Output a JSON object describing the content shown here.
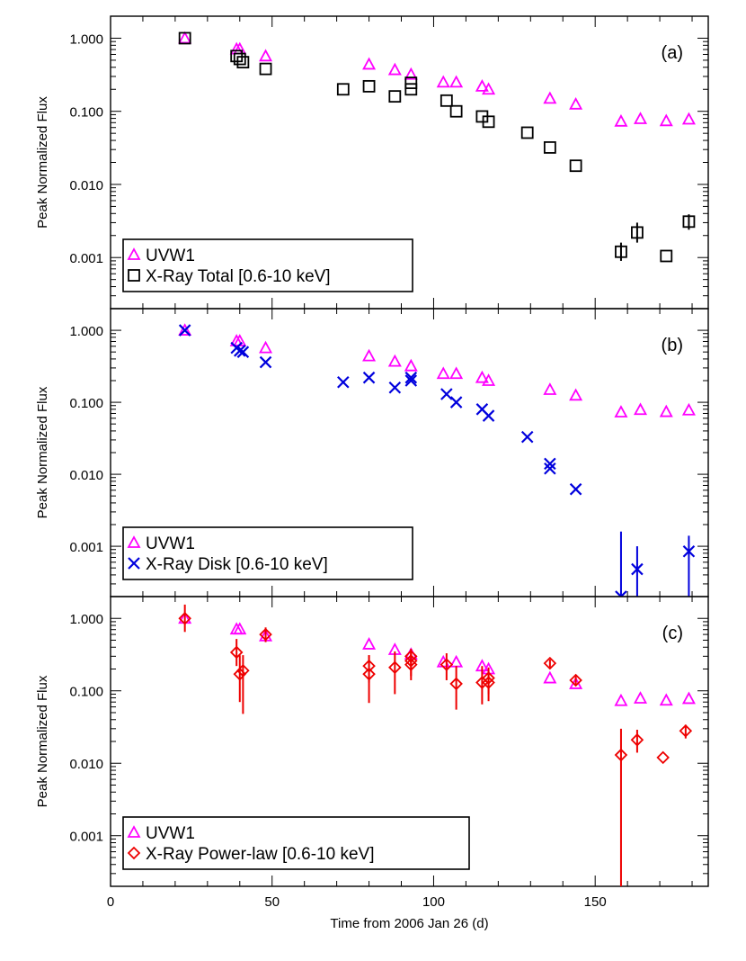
{
  "chart_data": [
    {
      "type": "scatter",
      "panel_label": "(a)",
      "ylabel": "Peak Normalized Flux",
      "yscale": "log",
      "xlim": [
        0,
        185
      ],
      "ylim": [
        0.0002,
        2.0
      ],
      "yticks": [
        "1.000",
        "0.100",
        "0.010",
        "0.001"
      ],
      "legend_position": "bottom-left",
      "series": [
        {
          "name": "UVW1",
          "marker": "triangle",
          "color": "#ff00ff",
          "points": [
            [
              23,
              1.0
            ],
            [
              39,
              0.71
            ],
            [
              40,
              0.71
            ],
            [
              48,
              0.57
            ],
            [
              80,
              0.44
            ],
            [
              88,
              0.37
            ],
            [
              93,
              0.32
            ],
            [
              103,
              0.25
            ],
            [
              107,
              0.25
            ],
            [
              115,
              0.22
            ],
            [
              117,
              0.2
            ],
            [
              136,
              0.15
            ],
            [
              144,
              0.125
            ],
            [
              158,
              0.073
            ],
            [
              164,
              0.079
            ],
            [
              172,
              0.074
            ],
            [
              179,
              0.078
            ]
          ]
        },
        {
          "name": "X-Ray Total [0.6-10 keV]",
          "marker": "square",
          "color": "#000000",
          "points": [
            [
              23,
              1.0,
              0,
              0
            ],
            [
              39,
              0.57,
              0,
              0
            ],
            [
              40,
              0.52,
              0,
              0
            ],
            [
              41,
              0.47,
              0,
              0
            ],
            [
              48,
              0.38,
              0,
              0
            ],
            [
              72,
              0.2,
              0,
              0
            ],
            [
              80,
              0.22,
              0,
              0
            ],
            [
              88,
              0.16,
              0,
              0
            ],
            [
              93,
              0.2,
              0,
              0
            ],
            [
              93,
              0.245,
              0,
              0
            ],
            [
              104,
              0.14,
              0,
              0
            ],
            [
              107,
              0.1,
              0,
              0
            ],
            [
              115,
              0.085,
              0,
              0
            ],
            [
              117,
              0.072,
              0,
              0
            ],
            [
              129,
              0.051,
              0,
              0
            ],
            [
              136,
              0.032,
              0,
              0
            ],
            [
              144,
              0.018,
              0,
              0
            ],
            [
              158,
              0.0012,
              0.0009,
              0.0016
            ],
            [
              163,
              0.0022,
              0.0016,
              0.003
            ],
            [
              172,
              0.00105,
              0,
              0
            ],
            [
              179,
              0.0031,
              0.0024,
              0.0039
            ]
          ]
        }
      ]
    },
    {
      "type": "scatter",
      "panel_label": "(b)",
      "ylabel": "Peak Normalized Flux",
      "yscale": "log",
      "xlim": [
        0,
        185
      ],
      "ylim": [
        0.0002,
        2.0
      ],
      "yticks": [
        "1.000",
        "0.100",
        "0.010",
        "0.001"
      ],
      "legend_position": "bottom-left",
      "series": [
        {
          "name": "UVW1",
          "marker": "triangle",
          "color": "#ff00ff",
          "points": [
            [
              23,
              1.0
            ],
            [
              39,
              0.71
            ],
            [
              40,
              0.71
            ],
            [
              48,
              0.57
            ],
            [
              80,
              0.44
            ],
            [
              88,
              0.37
            ],
            [
              93,
              0.32
            ],
            [
              103,
              0.25
            ],
            [
              107,
              0.25
            ],
            [
              115,
              0.22
            ],
            [
              117,
              0.2
            ],
            [
              136,
              0.15
            ],
            [
              144,
              0.125
            ],
            [
              158,
              0.073
            ],
            [
              164,
              0.079
            ],
            [
              172,
              0.074
            ],
            [
              179,
              0.078
            ]
          ]
        },
        {
          "name": "X-Ray Disk [0.6-10 keV]",
          "marker": "x",
          "color": "#0000dd",
          "points": [
            [
              23,
              1.0,
              0,
              0
            ],
            [
              39,
              0.57,
              0,
              0
            ],
            [
              40,
              0.52,
              0,
              0
            ],
            [
              41,
              0.5,
              0,
              0
            ],
            [
              48,
              0.36,
              0,
              0
            ],
            [
              72,
              0.19,
              0,
              0
            ],
            [
              80,
              0.22,
              0,
              0
            ],
            [
              88,
              0.16,
              0,
              0
            ],
            [
              93,
              0.2,
              0,
              0
            ],
            [
              93,
              0.22,
              0,
              0
            ],
            [
              104,
              0.13,
              0,
              0
            ],
            [
              107,
              0.1,
              0,
              0
            ],
            [
              115,
              0.08,
              0,
              0
            ],
            [
              117,
              0.065,
              0,
              0
            ],
            [
              129,
              0.033,
              0,
              0
            ],
            [
              136,
              0.014,
              0,
              0
            ],
            [
              136,
              0.012,
              0,
              0
            ],
            [
              144,
              0.0062,
              0,
              0
            ],
            [
              158,
              0.0002,
              0.0002,
              0.0016
            ],
            [
              163,
              0.00048,
              0.0002,
              0.001
            ],
            [
              179,
              0.00085,
              0.0002,
              0.0014
            ]
          ]
        }
      ]
    },
    {
      "type": "scatter",
      "panel_label": "(c)",
      "xlabel": "Time from 2006 Jan 26 (d)",
      "ylabel": "Peak Normalized Flux",
      "yscale": "log",
      "xlim": [
        0,
        185
      ],
      "ylim": [
        0.0002,
        2.0
      ],
      "xticks": [
        "0",
        "50",
        "100",
        "150"
      ],
      "yticks": [
        "1.000",
        "0.100",
        "0.010",
        "0.001"
      ],
      "legend_position": "bottom-left",
      "series": [
        {
          "name": "UVW1",
          "marker": "triangle",
          "color": "#ff00ff",
          "points": [
            [
              23,
              1.0
            ],
            [
              39,
              0.71
            ],
            [
              40,
              0.71
            ],
            [
              48,
              0.57
            ],
            [
              80,
              0.44
            ],
            [
              88,
              0.37
            ],
            [
              93,
              0.32
            ],
            [
              103,
              0.25
            ],
            [
              107,
              0.25
            ],
            [
              115,
              0.22
            ],
            [
              117,
              0.2
            ],
            [
              136,
              0.15
            ],
            [
              144,
              0.125
            ],
            [
              158,
              0.073
            ],
            [
              164,
              0.079
            ],
            [
              172,
              0.074
            ],
            [
              179,
              0.078
            ]
          ]
        },
        {
          "name": "X-Ray Power-law [0.6-10 keV]",
          "marker": "diamond",
          "color": "#ee0000",
          "points": [
            [
              23,
              1.0,
              0.65,
              1.55
            ],
            [
              39,
              0.34,
              0.22,
              0.52
            ],
            [
              40,
              0.17,
              0.07,
              0.31
            ],
            [
              41,
              0.19,
              0.048,
              0.31
            ],
            [
              48,
              0.6,
              0.47,
              0.75
            ],
            [
              80,
              0.17,
              0.068,
              0.31
            ],
            [
              80,
              0.22,
              0.13,
              0.31
            ],
            [
              88,
              0.21,
              0.09,
              0.35
            ],
            [
              93,
              0.23,
              0.14,
              0.34
            ],
            [
              93,
              0.26,
              0.16,
              0.37
            ],
            [
              93,
              0.3,
              0.22,
              0.38
            ],
            [
              104,
              0.23,
              0.14,
              0.33
            ],
            [
              107,
              0.125,
              0.055,
              0.22
            ],
            [
              115,
              0.13,
              0.065,
              0.22
            ],
            [
              117,
              0.13,
              0.072,
              0.19
            ],
            [
              117,
              0.15,
              0.09,
              0.21
            ],
            [
              136,
              0.24,
              0.21,
              0.27
            ],
            [
              144,
              0.14,
              0.12,
              0.16
            ],
            [
              158,
              0.013,
              0.0002,
              0.03
            ],
            [
              163,
              0.021,
              0.014,
              0.029
            ],
            [
              171,
              0.012,
              0,
              0
            ],
            [
              178,
              0.028,
              0.022,
              0.034
            ]
          ]
        }
      ]
    }
  ]
}
